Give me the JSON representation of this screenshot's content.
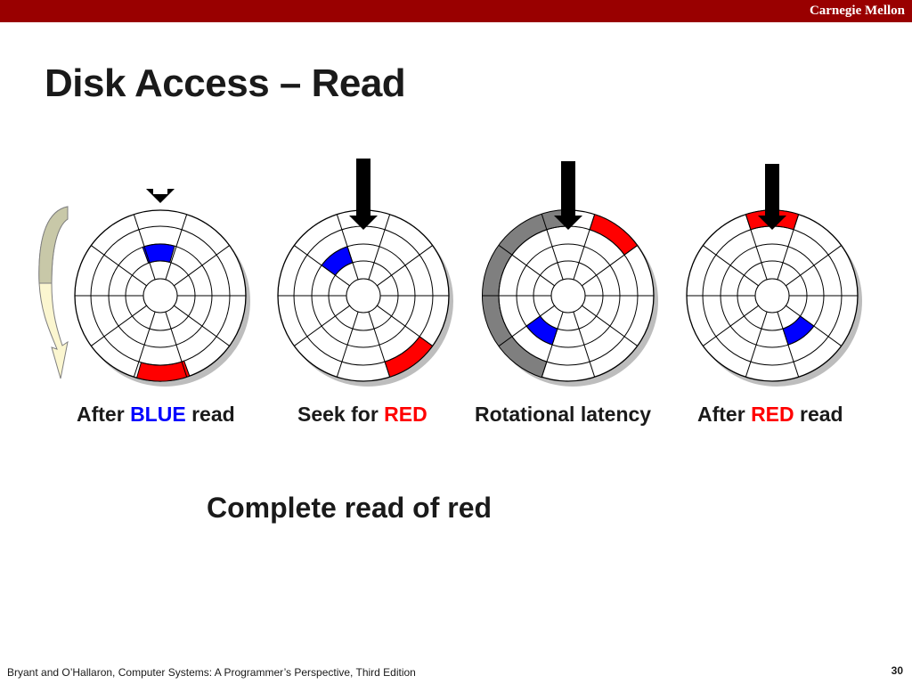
{
  "header": {
    "brand": "Carnegie Mellon"
  },
  "slide": {
    "title": "Disk Access – Read"
  },
  "colors": {
    "banner": "#990000",
    "blue_sector": "#0000ff",
    "red_sector": "#ff0000",
    "rotation_arc": "#7f7f7f",
    "curved_arrow": "#fbf6d0"
  },
  "panels": [
    {
      "caption_before": "After ",
      "caption_highlight": "BLUE",
      "caption_after": " read",
      "highlight_color": "#0000ff",
      "blue_angle_deg": -20,
      "red_angle_deg": 160
    },
    {
      "caption_before": "Seek for ",
      "caption_highlight": "RED",
      "caption_after": "",
      "highlight_color": "#ff0000",
      "blue_angle_deg": -54,
      "red_angle_deg": 126
    },
    {
      "caption_before": "Rotational latency",
      "caption_highlight": "",
      "caption_after": "",
      "highlight_color": "#ff0000",
      "blue_angle_deg": 198,
      "red_angle_deg": 18,
      "rotation_arc": true
    },
    {
      "caption_before": "After ",
      "caption_highlight": "RED",
      "caption_after": " read",
      "highlight_color": "#ff0000",
      "blue_angle_deg": 126,
      "red_angle_deg": -18
    }
  ],
  "summary": "Complete read of red",
  "footer": {
    "citation": "Bryant and O’Hallaron, Computer Systems: A Programmer’s Perspective, Third Edition",
    "page_number": "30"
  }
}
